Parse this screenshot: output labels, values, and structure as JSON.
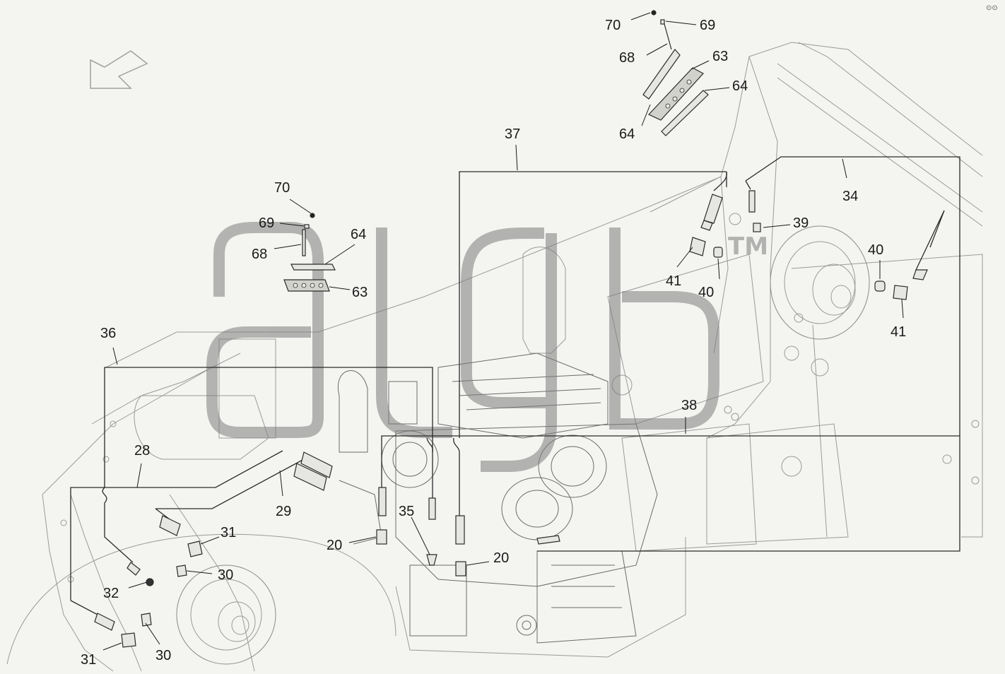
{
  "diagram": {
    "watermark": {
      "text": "algb",
      "trademark": "TM",
      "color": "#808080"
    },
    "corner_mark": "⊙⊙",
    "orientation_arrow": "arrow-icon",
    "callouts": [
      {
        "id": "c70a",
        "label": "70"
      },
      {
        "id": "c69a",
        "label": "69"
      },
      {
        "id": "c68a",
        "label": "68"
      },
      {
        "id": "c63a",
        "label": "63"
      },
      {
        "id": "c64a",
        "label": "64"
      },
      {
        "id": "c64b",
        "label": "64"
      },
      {
        "id": "c37",
        "label": "37"
      },
      {
        "id": "c34",
        "label": "34"
      },
      {
        "id": "c39",
        "label": "39"
      },
      {
        "id": "c40a",
        "label": "40"
      },
      {
        "id": "c40b",
        "label": "40"
      },
      {
        "id": "c41a",
        "label": "41"
      },
      {
        "id": "c41b",
        "label": "41"
      },
      {
        "id": "c70b",
        "label": "70"
      },
      {
        "id": "c69b",
        "label": "69"
      },
      {
        "id": "c68b",
        "label": "68"
      },
      {
        "id": "c64c",
        "label": "64"
      },
      {
        "id": "c63b",
        "label": "63"
      },
      {
        "id": "c36",
        "label": "36"
      },
      {
        "id": "c38",
        "label": "38"
      },
      {
        "id": "c28",
        "label": "28"
      },
      {
        "id": "c29",
        "label": "29"
      },
      {
        "id": "c35",
        "label": "35"
      },
      {
        "id": "c20a",
        "label": "20"
      },
      {
        "id": "c20b",
        "label": "20"
      },
      {
        "id": "c31a",
        "label": "31"
      },
      {
        "id": "c30a",
        "label": "30"
      },
      {
        "id": "c32",
        "label": "32"
      },
      {
        "id": "c31b",
        "label": "31"
      },
      {
        "id": "c30b",
        "label": "30"
      }
    ]
  }
}
